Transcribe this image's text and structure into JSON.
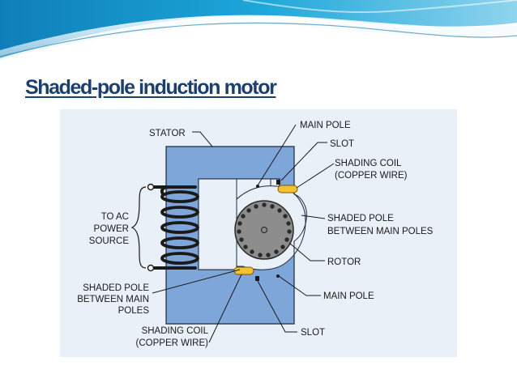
{
  "slide": {
    "title": "Shaded-pole induction motor"
  },
  "diagram": {
    "labels": {
      "stator": "STATOR",
      "main_pole_top": "MAIN POLE",
      "slot_top": "SLOT",
      "shading_coil_top_1": "SHADING COIL",
      "shading_coil_top_2": "(COPPER WIRE)",
      "to_ac_1": "TO AC",
      "to_ac_2": "POWER",
      "to_ac_3": "SOURCE",
      "shaded_pole_right_1": "SHADED POLE",
      "shaded_pole_right_2": "BETWEEN MAIN POLES",
      "rotor": "ROTOR",
      "shaded_pole_left_1": "SHADED POLE",
      "shaded_pole_left_2": "BETWEEN MAIN",
      "shaded_pole_left_3": "POLES",
      "main_pole_bottom": "MAIN POLE",
      "shading_coil_bottom_1": "SHADING COIL",
      "shading_coil_bottom_2": "(COPPER WIRE)",
      "slot_bottom": "SLOT"
    },
    "colors": {
      "stator_fill": "#7ea6d8",
      "stator_stroke": "#1b2a3f",
      "background_box": "#e9f0f8",
      "rotor_fill": "#8d8d8d",
      "rotor_stroke": "#2a2a2a",
      "shading_coil": "#f2c232",
      "winding": "#1a1a1a",
      "title": "#1d3f6e",
      "header_teal": "#1b9bd1"
    }
  }
}
